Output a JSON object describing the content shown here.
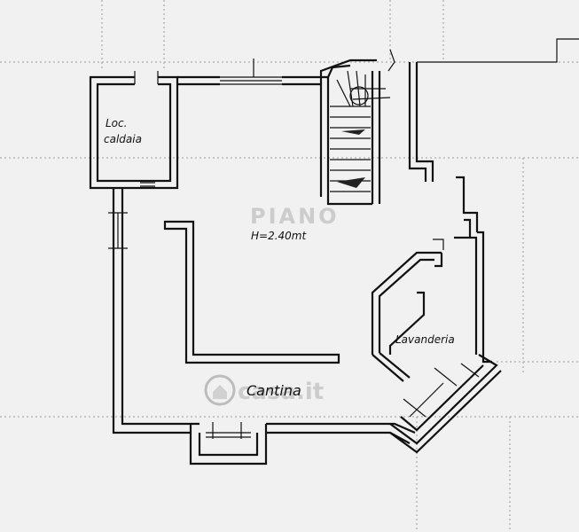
{
  "rooms": {
    "boiler": [
      "Loc.",
      "caldaia"
    ],
    "cellar": "Cantina",
    "laundry": "Lavanderia"
  },
  "height_note": "H=2.40mt",
  "floor_watermark": "PIANO",
  "watermark": "casa.it"
}
